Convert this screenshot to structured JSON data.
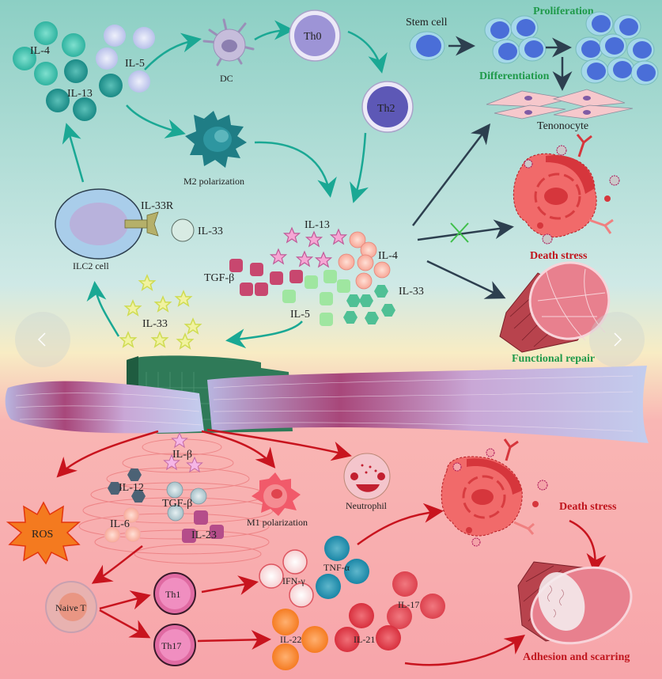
{
  "carousel": {
    "prev_icon": "chevron-left-icon",
    "next_icon": "chevron-right-icon"
  },
  "colors": {
    "top_bg": "#8fd1c7",
    "bottom_bg": "#f7a8ad",
    "teal_arrow": "#1aa894",
    "dark_arrow": "#2d3f4f",
    "red_arrow": "#c8141e",
    "green_text": "#1f9a4a",
    "red_text": "#c0151d"
  },
  "top": {
    "cluster1": {
      "il4": "IL-4",
      "il5": "IL-5",
      "il13": "IL-13"
    },
    "dc": "DC",
    "th0": "Th0",
    "th2": "Th2",
    "m2": "M2 polarization",
    "ilc2": "ILC2 cell",
    "il33r": "IL-33R",
    "il33_ligand": "IL-33",
    "il33_stars": "IL-33",
    "stem_cell": "Stem cell",
    "proliferation": "Proliferation",
    "differentiation": "Differentiation",
    "tenonocyte": "Tenonocyte",
    "death_stress": "Death stress",
    "functional_repair": "Functional repair",
    "cluster2": {
      "il13": "IL-13",
      "il4": "IL-4",
      "tgfb": "TGF-β",
      "il33": "IL-33",
      "il5": "IL-5"
    }
  },
  "bottom": {
    "il_beta": "IL-β",
    "il12": "IL-12",
    "tgfb": "TGF-β",
    "il6": "IL-6",
    "il23": "IL-23",
    "ros": "ROS",
    "m1": "M1 polarization",
    "neutrophil": "Neutrophil",
    "death_stress": "Death stress",
    "naive_t": "Naive T",
    "th1": "Th1",
    "th17": "Th17",
    "ifng": "IFN-γ",
    "tnfa": "TNF-α",
    "il17": "IL-17",
    "il22": "IL-22",
    "il21": "IL-21",
    "adhesion": "Adhesion and scarring"
  }
}
